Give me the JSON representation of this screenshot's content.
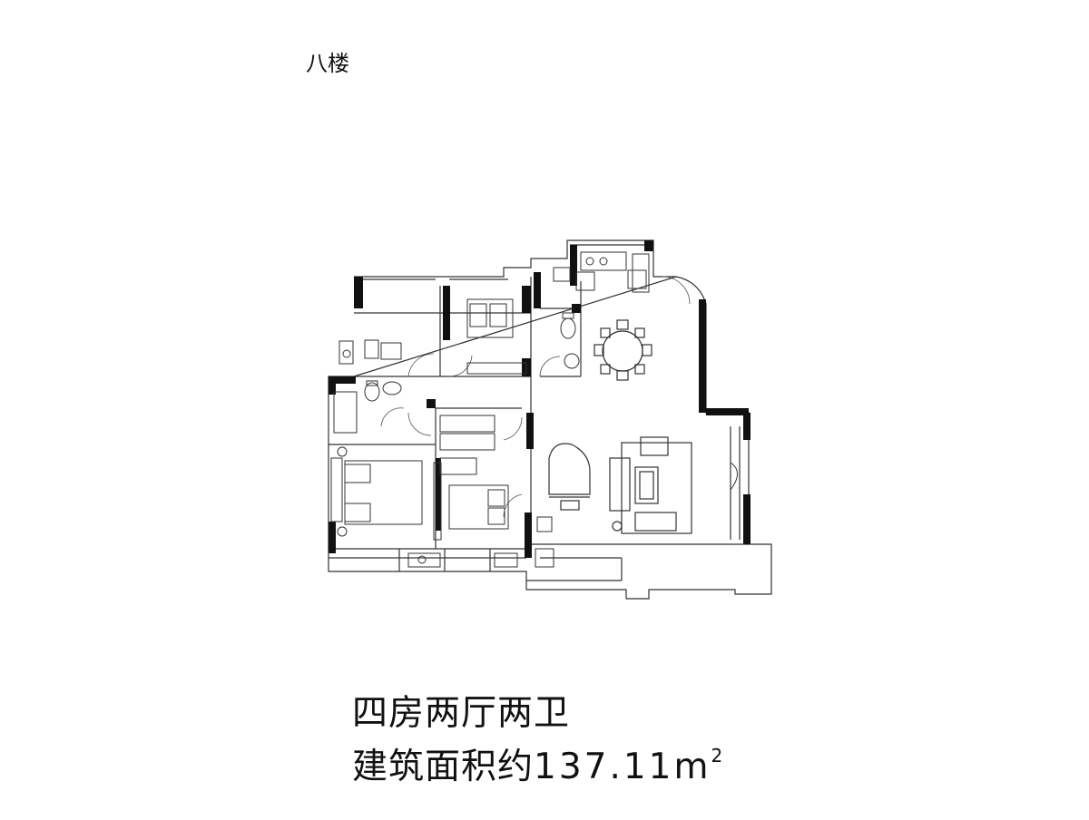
{
  "floor_label": "八楼",
  "caption": {
    "layout": "四房两厅两卫",
    "area_prefix": "建筑面积约",
    "area_value": "137.11m",
    "area_sup": "2"
  },
  "colors": {
    "wall": "#111111",
    "line": "#333333",
    "thin": "#777777",
    "background": "#ffffff"
  }
}
